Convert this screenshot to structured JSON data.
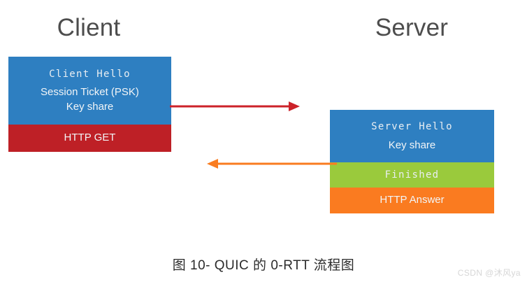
{
  "diagram": {
    "columns": [
      {
        "id": "client",
        "title": "Client"
      },
      {
        "id": "server",
        "title": "Server"
      }
    ],
    "client_box": {
      "segments": [
        {
          "id": "client-hello",
          "color": "#2E7FC1",
          "lines": [
            {
              "text": "Client Hello",
              "style": "mono"
            },
            {
              "text": "Session Ticket (PSK)",
              "style": "sans"
            },
            {
              "text": "Key share",
              "style": "sans"
            }
          ]
        },
        {
          "id": "http-get",
          "color": "#BE2026",
          "lines": [
            {
              "text": "HTTP GET",
              "style": "sans"
            }
          ]
        }
      ]
    },
    "server_box": {
      "segments": [
        {
          "id": "server-hello",
          "color": "#2E7FC1",
          "lines": [
            {
              "text": "Server Hello",
              "style": "mono"
            },
            {
              "text": "Key share",
              "style": "sans"
            }
          ]
        },
        {
          "id": "finished",
          "color": "#9ACA3C",
          "lines": [
            {
              "text": "Finished",
              "style": "mono"
            }
          ]
        },
        {
          "id": "http-answer",
          "color": "#FA7B20",
          "lines": [
            {
              "text": "HTTP Answer",
              "style": "sans"
            }
          ]
        }
      ]
    },
    "arrows": [
      {
        "id": "request",
        "direction": "right",
        "color": "#CC2229",
        "label": ""
      },
      {
        "id": "response",
        "direction": "left",
        "color": "#F97C20",
        "label": ""
      }
    ]
  },
  "caption": "图 10- QUIC 的 0-RTT 流程图",
  "watermark": "CSDN @沐风ya",
  "colors": {
    "blue": "#2E7FC1",
    "red": "#BE2026",
    "green": "#9ACA3C",
    "orange": "#FA7B20",
    "arrow_red": "#CC2229",
    "arrow_orange": "#F97C20",
    "title_gray": "#4d4d4d",
    "background": "#FFFFFF"
  }
}
